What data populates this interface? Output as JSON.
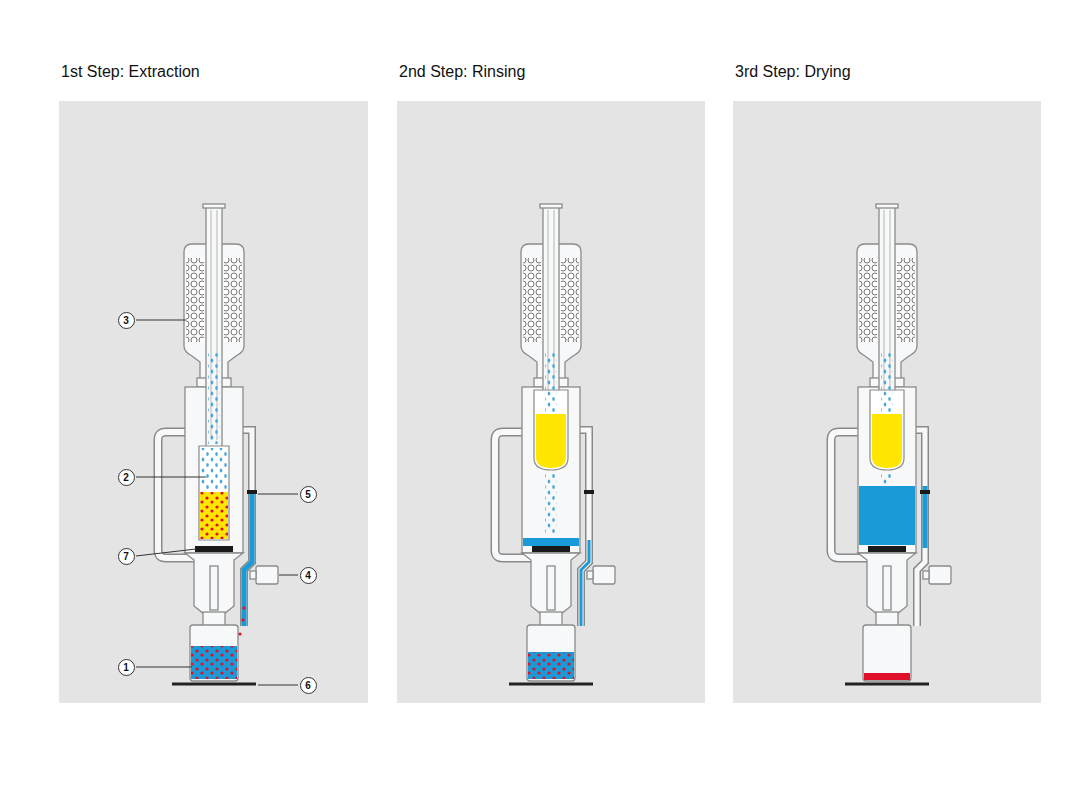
{
  "diagram": {
    "nodes": [
      {
        "text": [
          "1st Step: Extraction"
        ]
      },
      {
        "text": [
          "2nd Step: Rinsing"
        ]
      },
      {
        "text": [
          "3rd Step: Drying"
        ]
      }
    ],
    "labels": [
      "3",
      "2",
      "5",
      "7",
      "4",
      "1",
      "6"
    ]
  }
}
